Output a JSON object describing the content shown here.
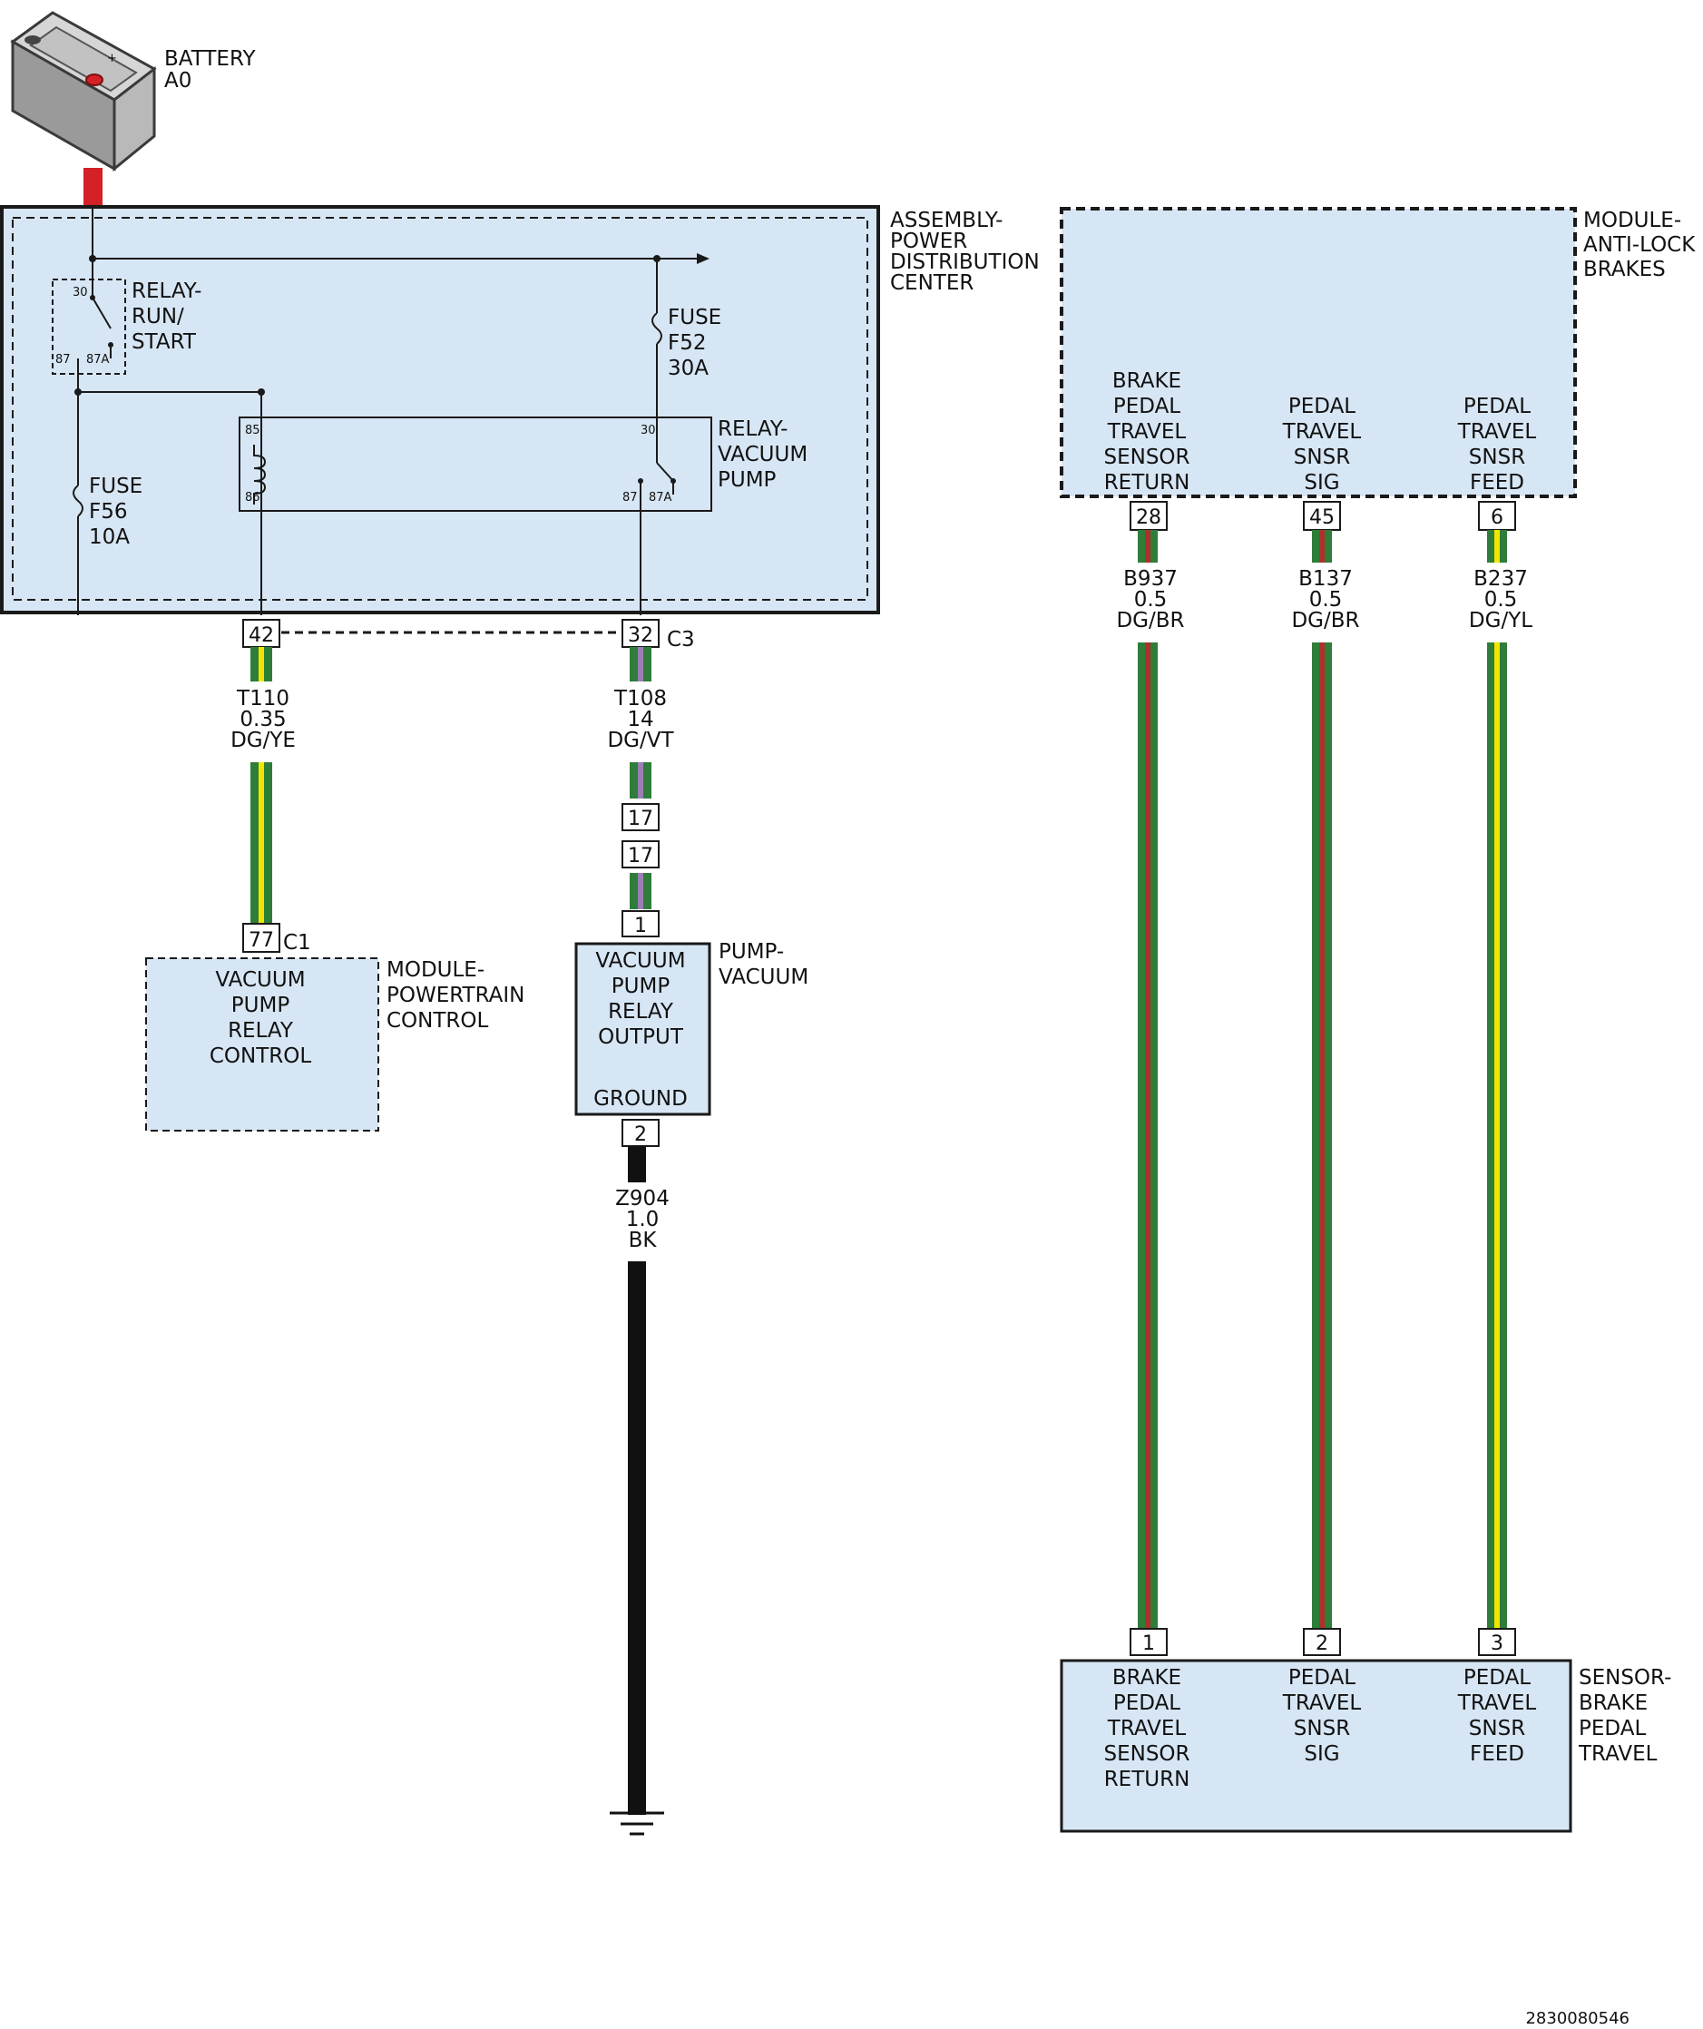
{
  "colors": {
    "module_fill": "#d7e6f4",
    "outline": "#1a1a1a",
    "battery_cable": "#d42027",
    "wire_dg": "#2e7d3a",
    "stripe_yellow": "#f2e600",
    "stripe_brown": "#b0302a",
    "stripe_violet": "#9b7fb3",
    "wire_black": "#111111"
  },
  "battery": {
    "icon": "battery-icon",
    "line1": "BATTERY",
    "line2": "A0"
  },
  "pdc": {
    "title": [
      "ASSEMBLY-",
      "POWER",
      "DISTRIBUTION",
      "CENTER"
    ],
    "relay_run": {
      "label": [
        "RELAY-",
        "RUN/",
        "START"
      ],
      "t30": "30",
      "t87": "87",
      "t87a": "87A"
    },
    "fuse_f52": [
      "FUSE",
      "F52",
      "30A"
    ],
    "fuse_f56": [
      "FUSE",
      "F56",
      "10A"
    ],
    "relay_vac": {
      "label": [
        "RELAY-",
        "VACUUM",
        "PUMP"
      ],
      "t85": "85",
      "t86": "86",
      "t30": "30",
      "t87": "87",
      "t87a": "87A"
    },
    "pin_left": "42",
    "pin_right": "32",
    "connector": "C3"
  },
  "wire_t110": [
    "T110",
    "0.35",
    "DG/YE"
  ],
  "wire_t108": [
    "T108",
    "14",
    "DG/VT"
  ],
  "inline_pins": [
    "17",
    "17"
  ],
  "pcm": {
    "pin": "77",
    "connector": "C1",
    "inside": [
      "VACUUM",
      "PUMP",
      "RELAY",
      "CONTROL"
    ],
    "title": [
      "MODULE-",
      "POWERTRAIN",
      "CONTROL"
    ]
  },
  "pump": {
    "pin_top": "1",
    "inside": [
      "VACUUM",
      "PUMP",
      "RELAY",
      "OUTPUT"
    ],
    "ground_label": "GROUND",
    "title": [
      "PUMP-",
      "VACUUM"
    ],
    "pin_bottom": "2"
  },
  "wire_z904": [
    "Z904",
    "1.0",
    "BK"
  ],
  "ground_icon": "ground-symbol-icon",
  "abs": {
    "title": [
      "MODULE-",
      "ANTI-LOCK",
      "BRAKES"
    ],
    "cols": [
      {
        "lines": [
          "BRAKE",
          "PEDAL",
          "TRAVEL",
          "SENSOR",
          "RETURN"
        ],
        "pin": "28",
        "wire": [
          "B937",
          "0.5",
          "DG/BR"
        ]
      },
      {
        "lines": [
          "PEDAL",
          "TRAVEL",
          "SNSR",
          "SIG"
        ],
        "pin": "45",
        "wire": [
          "B137",
          "0.5",
          "DG/BR"
        ]
      },
      {
        "lines": [
          "PEDAL",
          "TRAVEL",
          "SNSR",
          "FEED"
        ],
        "pin": "6",
        "wire": [
          "B237",
          "0.5",
          "DG/YL"
        ]
      }
    ]
  },
  "sensor": {
    "title": [
      "SENSOR-",
      "BRAKE",
      "PEDAL",
      "TRAVEL"
    ],
    "cols": [
      {
        "pin": "1",
        "lines": [
          "BRAKE",
          "PEDAL",
          "TRAVEL",
          "SENSOR",
          "RETURN"
        ]
      },
      {
        "pin": "2",
        "lines": [
          "PEDAL",
          "TRAVEL",
          "SNSR",
          "SIG"
        ]
      },
      {
        "pin": "3",
        "lines": [
          "PEDAL",
          "TRAVEL",
          "SNSR",
          "FEED"
        ]
      }
    ]
  },
  "doc_id": "2830080546"
}
